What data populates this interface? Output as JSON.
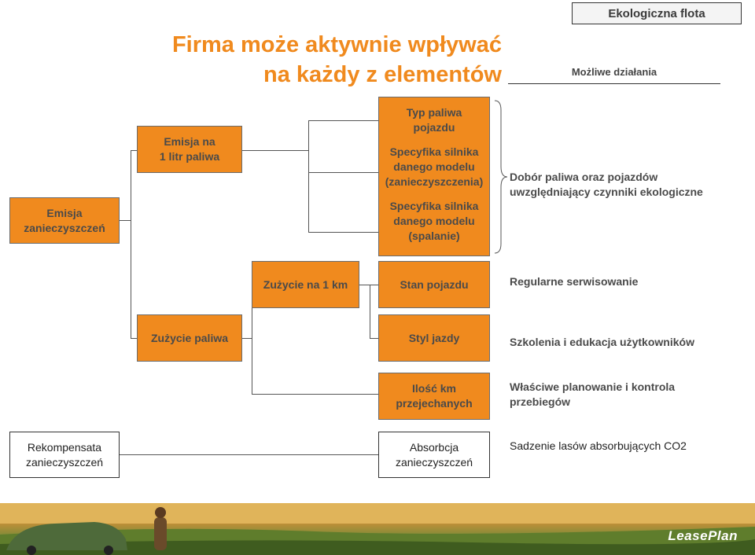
{
  "header": {
    "tag": "Ekologiczna flota",
    "title_line1": "Firma może aktywnie wpływać",
    "title_line2": "na każdy z elementów",
    "subtitle": "Możliwe działania"
  },
  "nodes": {
    "emisja_zanieczyszczen": [
      "Emisja",
      "zanieczyszczeń"
    ],
    "emisja_na_litr": [
      "Emisja na",
      "1 litr paliwa"
    ],
    "typ_paliwa": [
      "Typ paliwa",
      "pojazdu"
    ],
    "specyfika_zanieczyszczenia": [
      "Specyfika silnika",
      "danego modelu",
      "(zanieczyszczenia)"
    ],
    "specyfika_spalanie": [
      "Specyfika silnika",
      "danego modelu",
      "(spalanie)"
    ],
    "zuzycie_na_km": "Zużycie na 1 km",
    "stan_pojazdu": "Stan pojazdu",
    "zuzycie_paliwa": "Zużycie paliwa",
    "styl_jazdy": "Styl jazdy",
    "ilosc_km": [
      "Ilość km",
      "przejechanych"
    ],
    "rekompensata": [
      "Rekompensata",
      "zanieczyszczeń"
    ],
    "absorbcja": [
      "Absorbcja",
      "zanieczyszczeń"
    ]
  },
  "actions": {
    "dobor_paliwa": [
      "Dobór paliwa oraz pojazdów",
      "uwzględniający czynniki ekologiczne"
    ],
    "serwisowanie": "Regularne serwisowanie",
    "szkolenia": "Szkolenia i edukacja użytkowników",
    "planowanie": [
      "Właściwe planowanie i kontrola",
      "przebiegów"
    ],
    "sadzenie": "Sadzenie lasów absorbujących CO2"
  },
  "footer": {
    "logo": "LeasePlan"
  },
  "colors": {
    "accent": "#f08a1e",
    "text": "#4a4a4a"
  }
}
